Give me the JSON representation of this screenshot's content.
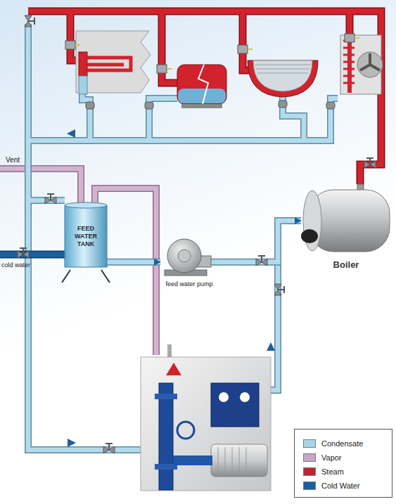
{
  "diagram": {
    "nodes": [
      {
        "text": [
          "FEED WATER TANK"
        ]
      },
      {
        "text": [
          "feed water pump"
        ]
      },
      {
        "text": [
          "Boiler"
        ]
      }
    ],
    "edges": [
      {
        "from": 0,
        "to": 1,
        "arrow": "to"
      },
      {
        "from": 1,
        "to": 2,
        "arrow": "to"
      }
    ],
    "labels": [
      "Vent",
      "cold water"
    ],
    "legend": [
      {
        "text": "Condensate",
        "color": "#a9d4e8"
      },
      {
        "text": "Vapor",
        "color": "#c9a6c6"
      },
      {
        "text": "Steam",
        "color": "#c8202c"
      },
      {
        "text": "Cold Water",
        "color": "#1a5f9e"
      }
    ]
  }
}
